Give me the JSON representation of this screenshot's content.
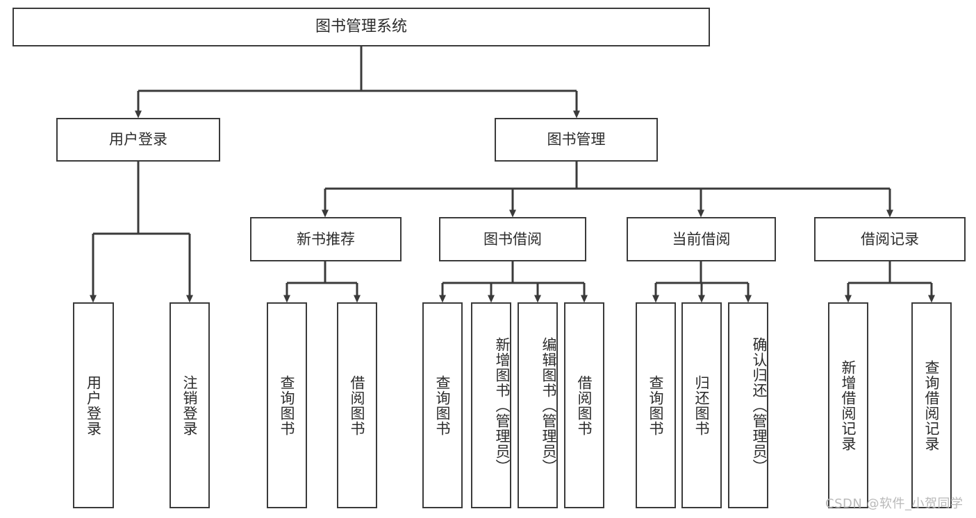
{
  "diagram": {
    "type": "tree-hierarchy",
    "title": "图书管理系统",
    "root": {
      "label": "图书管理系统"
    },
    "level2": [
      {
        "id": "user-login",
        "label": "用户登录"
      },
      {
        "id": "book-manage",
        "label": "图书管理"
      }
    ],
    "level3": [
      {
        "id": "new-book-recommend",
        "label": "新书推荐",
        "parent": "book-manage"
      },
      {
        "id": "book-borrow",
        "label": "图书借阅",
        "parent": "book-manage"
      },
      {
        "id": "current-borrow",
        "label": "当前借阅",
        "parent": "book-manage"
      },
      {
        "id": "borrow-record",
        "label": "借阅记录",
        "parent": "book-manage"
      }
    ],
    "leaves": {
      "user-login": [
        {
          "id": "leaf-user-login",
          "label": "用户登录",
          "align": "center"
        },
        {
          "id": "leaf-logout-login",
          "label": "注销登录",
          "align": "center"
        }
      ],
      "new-book-recommend": [
        {
          "id": "leaf-query-book-1",
          "label": "查询图书",
          "align": "center"
        },
        {
          "id": "leaf-borrow-book-1",
          "label": "借阅图书",
          "align": "center"
        }
      ],
      "book-borrow": [
        {
          "id": "leaf-query-book-2",
          "label": "查询图书",
          "align": "center"
        },
        {
          "id": "leaf-add-book",
          "label": "新增图书（管理员）",
          "align": "top"
        },
        {
          "id": "leaf-edit-book",
          "label": "编辑图书（管理员）",
          "align": "top"
        },
        {
          "id": "leaf-borrow-book-2",
          "label": "借阅图书",
          "align": "center"
        }
      ],
      "current-borrow": [
        {
          "id": "leaf-query-book-3",
          "label": "查询图书",
          "align": "center"
        },
        {
          "id": "leaf-return-book",
          "label": "归还图书",
          "align": "center"
        },
        {
          "id": "leaf-confirm-return",
          "label": "确认归还（管理员）",
          "align": "top"
        }
      ],
      "borrow-record": [
        {
          "id": "leaf-add-record",
          "label": "新增借阅记录",
          "align": "center"
        },
        {
          "id": "leaf-query-record",
          "label": "查询借阅记录",
          "align": "center"
        }
      ]
    },
    "watermark": "CSDN @软件_小贺同学",
    "colors": {
      "stroke": "#3a3a3a",
      "fill": "#ffffff",
      "text": "#2b2b2b",
      "watermark": "#b9b9b9"
    }
  }
}
